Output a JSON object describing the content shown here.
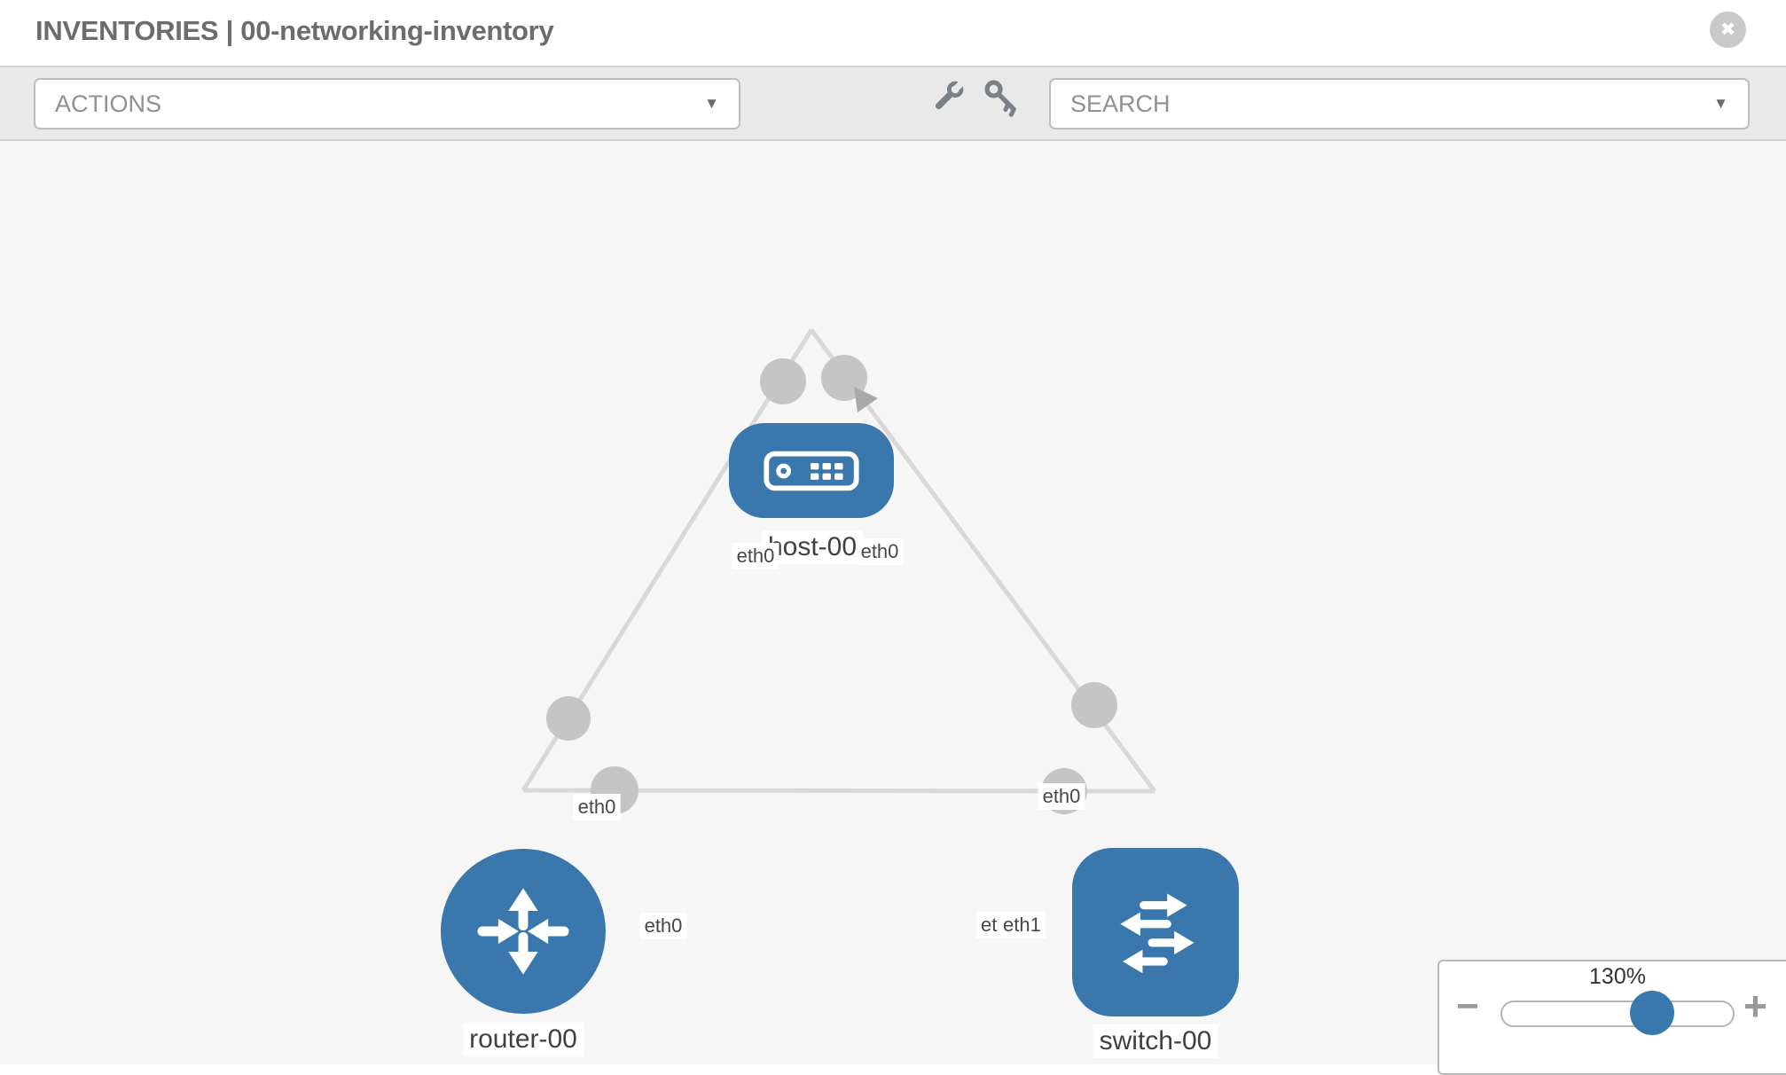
{
  "header": {
    "title": "INVENTORIES | 00-networking-inventory",
    "close_glyph": "✖"
  },
  "toolbar": {
    "actions": {
      "label": "ACTIONS",
      "caret": "▼"
    },
    "search": {
      "label": "SEARCH",
      "caret": "▼"
    }
  },
  "topology": {
    "nodes": [
      {
        "id": "host-00",
        "type": "host",
        "label": "host-00"
      },
      {
        "id": "router-00",
        "type": "router",
        "label": "router-00"
      },
      {
        "id": "switch-00",
        "type": "switch",
        "label": "switch-00"
      }
    ],
    "links": [
      {
        "source": "host-00",
        "target": "router-00",
        "source_interface": "eth0",
        "target_interface": "eth0"
      },
      {
        "source": "host-00",
        "target": "switch-00",
        "source_interface": "eth0",
        "target_interface": "eth0"
      },
      {
        "source": "router-00",
        "target": "switch-00",
        "source_interface": "eth0",
        "target_interface": "eth1"
      }
    ],
    "interface_labels": [
      {
        "text": "eth0",
        "at": "host-left"
      },
      {
        "text": "eth0",
        "at": "host-right"
      },
      {
        "text": "eth0",
        "at": "router-host-link"
      },
      {
        "text": "eth0",
        "at": "router-right"
      },
      {
        "text": "eth0",
        "at": "switch-top"
      },
      {
        "text": "eth0",
        "at": "switch-left-under"
      },
      {
        "text": "eth1",
        "at": "switch-left-over"
      }
    ]
  },
  "zoom_control": {
    "value": "130%",
    "minus_glyph": "−",
    "plus_glyph": "+"
  },
  "colors": {
    "node_blue": "#3a77ad",
    "link_gray": "#d8d8d8",
    "dot_gray": "#c5c5c5",
    "canvas_bg": "#f6f6f6",
    "toolbar_bg": "#e9e9e9"
  }
}
